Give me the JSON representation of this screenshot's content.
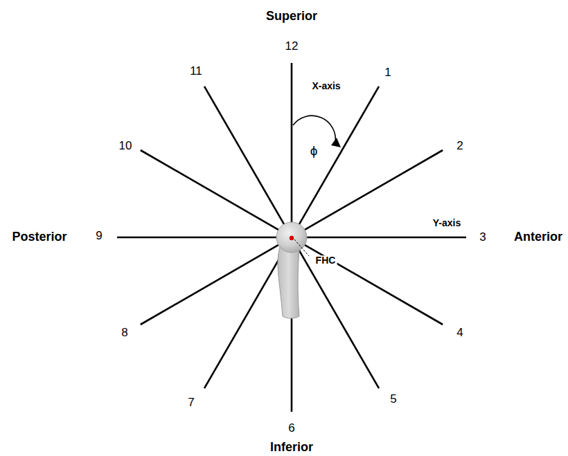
{
  "diagram": {
    "labels": [
      "Superior",
      "12",
      "1",
      "2",
      "3",
      "4",
      "5",
      "6",
      "7",
      "8",
      "9",
      "10",
      "11",
      "X-axis",
      "Y-axis",
      "ϕ",
      "FHC",
      "Posterior",
      "Anterior",
      "Inferior"
    ]
  }
}
